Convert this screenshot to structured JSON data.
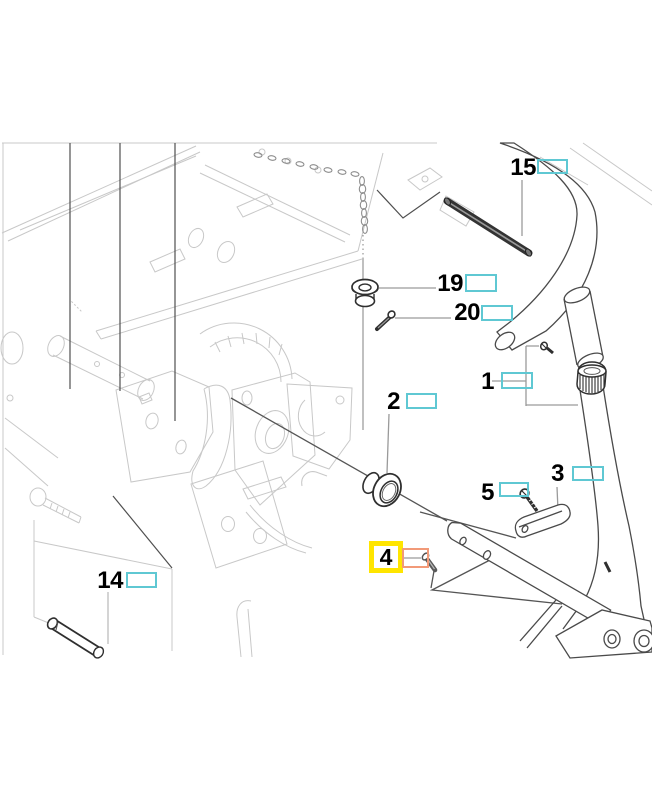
{
  "diagram": {
    "type": "exploded-parts-view",
    "callouts": [
      {
        "number": "15",
        "highlighted": false
      },
      {
        "number": "19",
        "highlighted": false
      },
      {
        "number": "20",
        "highlighted": false
      },
      {
        "number": "1",
        "highlighted": false
      },
      {
        "number": "2",
        "highlighted": false
      },
      {
        "number": "5",
        "highlighted": false
      },
      {
        "number": "3",
        "highlighted": false
      },
      {
        "number": "4",
        "highlighted": true
      },
      {
        "number": "14",
        "highlighted": false
      }
    ],
    "colors": {
      "callout_box_border": "#5fc8d3",
      "highlight_fill": "#ffe500",
      "highlight_pointer_border": "#f29a78",
      "part_stroke": "#2f2f2f",
      "outline_stroke": "#4a4a4a",
      "ghost_stroke": "#c8c8c8",
      "leader_stroke": "#9a9a9a",
      "background": "#ffffff"
    }
  }
}
